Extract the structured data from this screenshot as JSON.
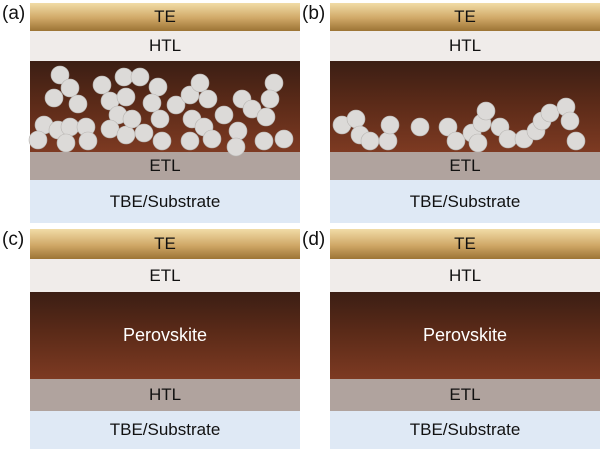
{
  "panels": {
    "a": {
      "label": "(a)",
      "te": "TE",
      "upper": "HTL",
      "lower": "ETL",
      "substrate": "TBE/Substrate"
    },
    "b": {
      "label": "(b)",
      "te": "TE",
      "upper": "HTL",
      "lower": "ETL",
      "substrate": "TBE/Substrate"
    },
    "c": {
      "label": "(c)",
      "te": "TE",
      "upper": "ETL",
      "active": "Perovskite",
      "lower": "HTL",
      "substrate": "TBE/Substrate"
    },
    "d": {
      "label": "(d)",
      "te": "TE",
      "upper": "HTL",
      "active": "Perovskite",
      "lower": "ETL",
      "substrate": "TBE/Substrate"
    }
  },
  "colors": {
    "te_gold": "#cfa766",
    "htl": "#f0ecea",
    "perovskite_dark": "#3b1e14",
    "perovskite_light": "#7d3a22",
    "etl": "#b0a39e",
    "substrate": "#dfe9f5",
    "particle": "#dcdad8"
  }
}
